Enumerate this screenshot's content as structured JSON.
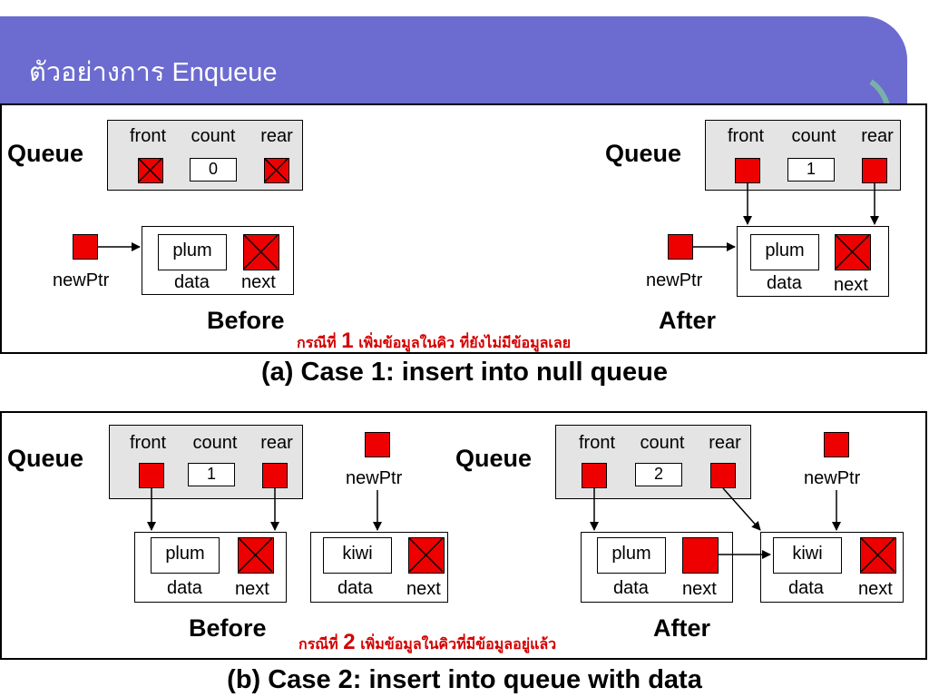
{
  "slide": {
    "title": "ตัวอย่างการ Enqueue",
    "accent_color": "#6b6bd0",
    "highlight_color": "#ee0000"
  },
  "case1": {
    "before": {
      "queue_label": "Queue",
      "front_label": "front",
      "count_label": "count",
      "rear_label": "rear",
      "count_value": "0",
      "front": "null",
      "rear": "null",
      "pointer_label": "newPtr",
      "node": {
        "data": "plum",
        "data_label": "data",
        "next_label": "next",
        "next": "null"
      },
      "state_label": "Before"
    },
    "after": {
      "queue_label": "Queue",
      "front_label": "front",
      "count_label": "count",
      "rear_label": "rear",
      "count_value": "1",
      "pointer_label": "newPtr",
      "node": {
        "data": "plum",
        "data_label": "data",
        "next_label": "next",
        "next": "null"
      },
      "state_label": "After"
    },
    "thai_note_prefix": "กรณีที่",
    "thai_note_number": "1",
    "thai_note_text": "เพิ่มข้อมูลในคิว ที่ยังไม่มีข้อมูลเลย",
    "caption": "(a) Case 1: insert into null queue"
  },
  "case2": {
    "before": {
      "queue_label": "Queue",
      "front_label": "front",
      "count_label": "count",
      "rear_label": "rear",
      "count_value": "1",
      "pointer_label": "newPtr",
      "node1": {
        "data": "plum",
        "data_label": "data",
        "next_label": "next",
        "next": "null"
      },
      "node2": {
        "data": "kiwi",
        "data_label": "data",
        "next_label": "next",
        "next": "null"
      },
      "state_label": "Before"
    },
    "after": {
      "queue_label": "Queue",
      "front_label": "front",
      "count_label": "count",
      "rear_label": "rear",
      "count_value": "2",
      "pointer_label": "newPtr",
      "node1": {
        "data": "plum",
        "data_label": "data",
        "next_label": "next"
      },
      "node2": {
        "data": "kiwi",
        "data_label": "data",
        "next_label": "next",
        "next": "null"
      },
      "state_label": "After"
    },
    "thai_note_prefix": "กรณีที่",
    "thai_note_number": "2",
    "thai_note_text": "เพิ่มข้อมูลในคิวที่มีข้อมูลอยู่แล้ว",
    "caption": "(b) Case 2: insert into queue with data"
  }
}
